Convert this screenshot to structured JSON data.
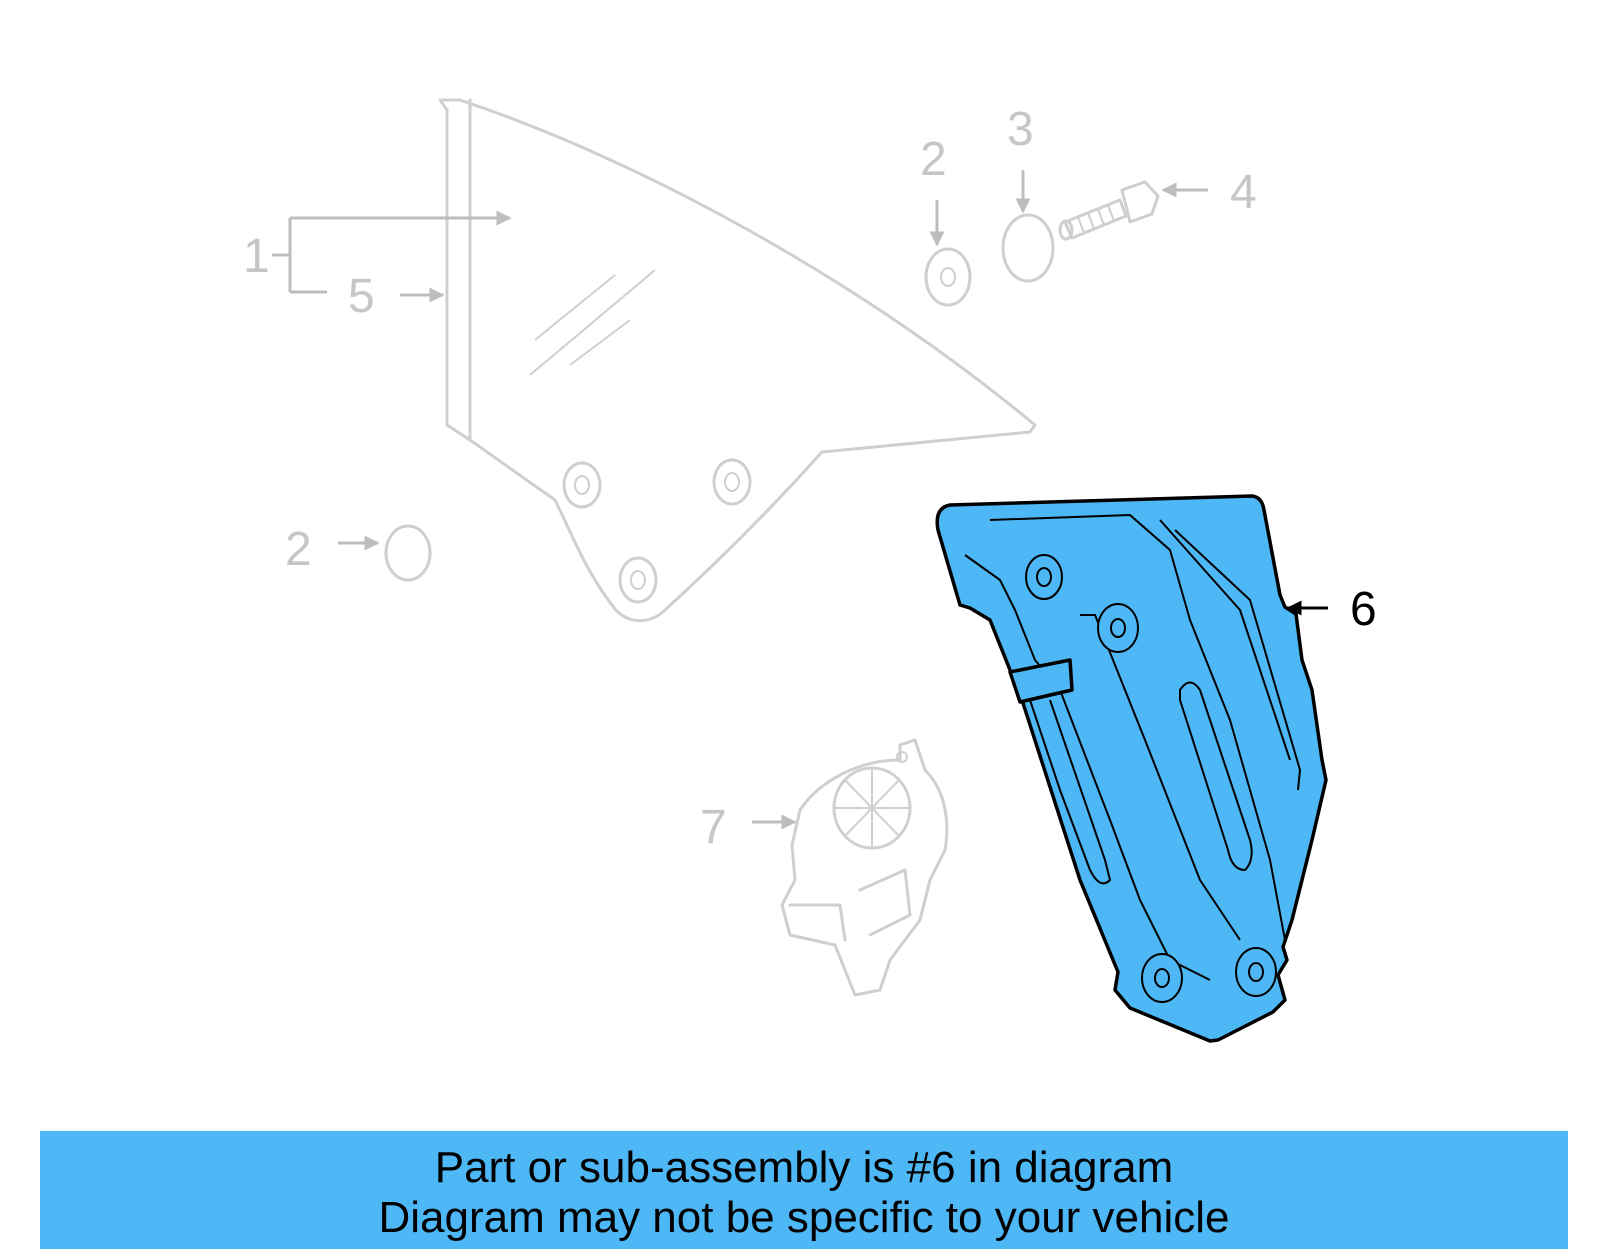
{
  "diagram": {
    "highlight_color": "#4db8f5",
    "callouts": [
      {
        "id": "1",
        "label": "1",
        "state": "faded"
      },
      {
        "id": "2a",
        "label": "2",
        "state": "faded"
      },
      {
        "id": "2b",
        "label": "2",
        "state": "faded"
      },
      {
        "id": "3",
        "label": "3",
        "state": "faded"
      },
      {
        "id": "4",
        "label": "4",
        "state": "faded"
      },
      {
        "id": "5",
        "label": "5",
        "state": "faded"
      },
      {
        "id": "6",
        "label": "6",
        "state": "highlighted"
      },
      {
        "id": "7",
        "label": "7",
        "state": "faded"
      }
    ]
  },
  "footer": {
    "line1": "Part or sub-assembly is #6 in diagram",
    "line2": "Diagram may not be specific to your vehicle"
  }
}
